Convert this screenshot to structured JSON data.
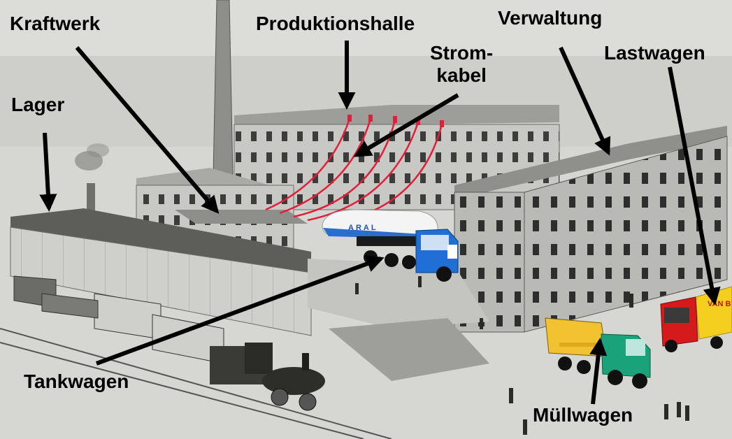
{
  "labels": {
    "kraftwerk": "Kraftwerk",
    "produktionshalle": "Produktionshalle",
    "verwaltung": "Verwaltung",
    "stromkabel": "Strom-\nkabel",
    "lastwagen": "Lastwagen",
    "lager": "Lager",
    "tankwagen": "Tankwagen",
    "muellwagen": "Müllwagen"
  },
  "tanker_brand": "ARAL",
  "truck_sign": "VAN B",
  "colors": {
    "arrows": "#000000",
    "cables": "#e0203a",
    "tanker_cab": "#1f6fd6",
    "garbage_body": "#f2c230",
    "garbage_cab": "#1aa27a",
    "lorry_cab": "#d41a1a",
    "lorry_trailer": "#f5cf20"
  },
  "icons": [
    "factory-illustration",
    "chimney-icon",
    "tanker-truck-icon",
    "garbage-truck-icon",
    "lorry-icon",
    "steam-locomotive-icon",
    "freight-wagon-icon"
  ]
}
